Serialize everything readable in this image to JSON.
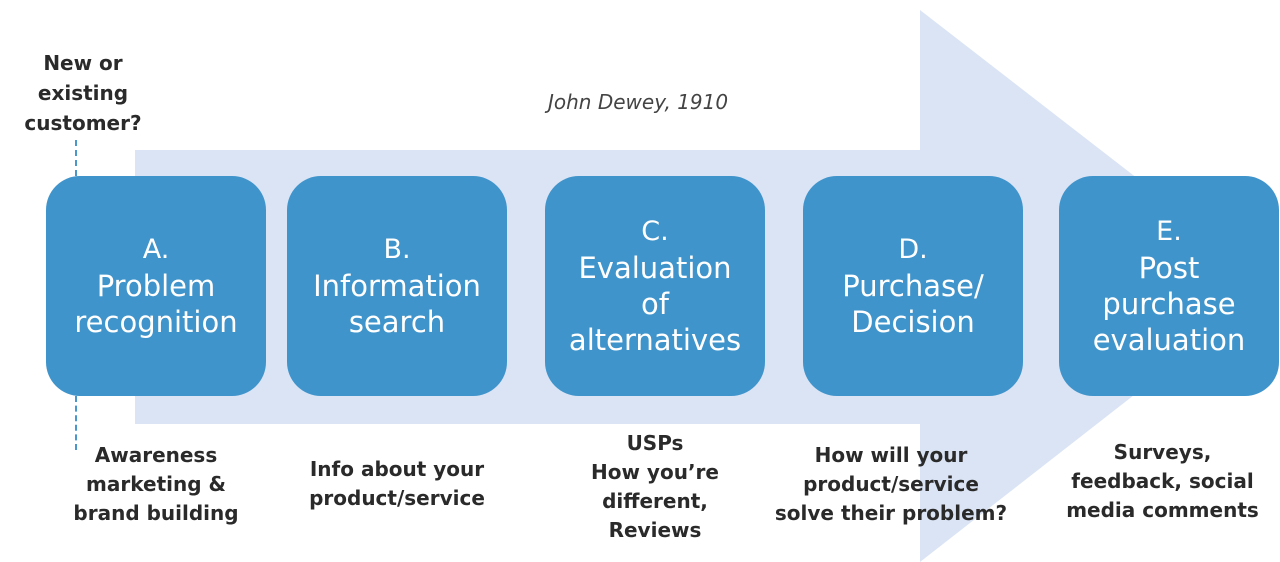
{
  "question": "New or\nexisting\ncustomer?",
  "attribution": "John Dewey, 1910",
  "colors": {
    "arrow": "#dbe4f5",
    "stage": "#3f94cb",
    "dash": "#4a97cc"
  },
  "stages": [
    {
      "letter": "A.",
      "title": "Problem\nrecognition",
      "note": "Awareness\nmarketing &\nbrand building"
    },
    {
      "letter": "B.",
      "title": "Information\nsearch",
      "note": "Info about your\nproduct/service"
    },
    {
      "letter": "C.",
      "title": "Evaluation\nof\nalternatives",
      "note": "USPs\nHow you’re\ndifferent,\nReviews"
    },
    {
      "letter": "D.",
      "title": "Purchase/\nDecision",
      "note": "How will your\nproduct/service\nsolve their problem?"
    },
    {
      "letter": "E.",
      "title": "Post\npurchase\nevaluation",
      "note": "Surveys,\nfeedback, social\nmedia comments"
    }
  ]
}
